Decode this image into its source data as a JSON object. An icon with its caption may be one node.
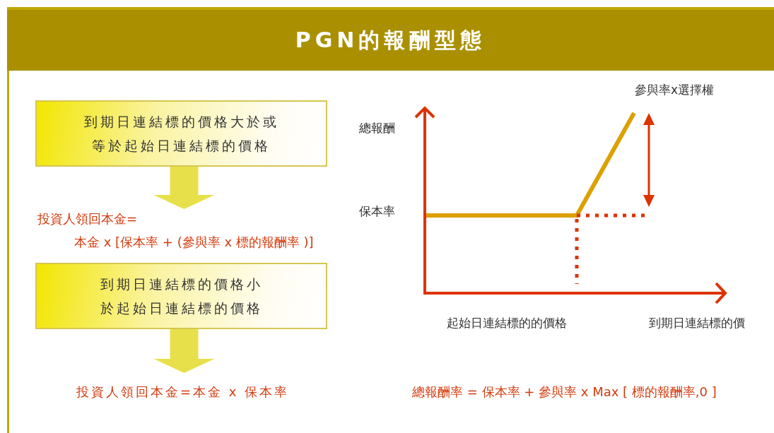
{
  "diagram": {
    "title": "PGN的報酬型態",
    "nodes": [
      {
        "text": [
          "到期日連結標的價格大於或等於起始日連結標的價格"
        ]
      },
      {
        "text": [
          "投資人領回本金=",
          "本金 x [保本率 + (參與率 x 標的報酬率 )]"
        ]
      },
      {
        "text": [
          "到期日連結標的價格小於起始日連結標的價格"
        ]
      },
      {
        "text": [
          "投資人領回本金=本金 x 保本率"
        ]
      }
    ],
    "edges": [
      {
        "from": 0,
        "to": 1,
        "arrow": "to",
        "style": "thick",
        "color": "#e8e04a"
      },
      {
        "from": 2,
        "to": 3,
        "arrow": "to",
        "style": "thick",
        "color": "#e8e04a"
      }
    ],
    "labels": [
      "參與率x選擇權",
      "總報酬",
      "保本率",
      "起始日連結標的的價格",
      "到期日連結標的價",
      "總報酬率 = 保本率 + 參與率 x Max [ 標的報酬率,0 ]"
    ]
  }
}
